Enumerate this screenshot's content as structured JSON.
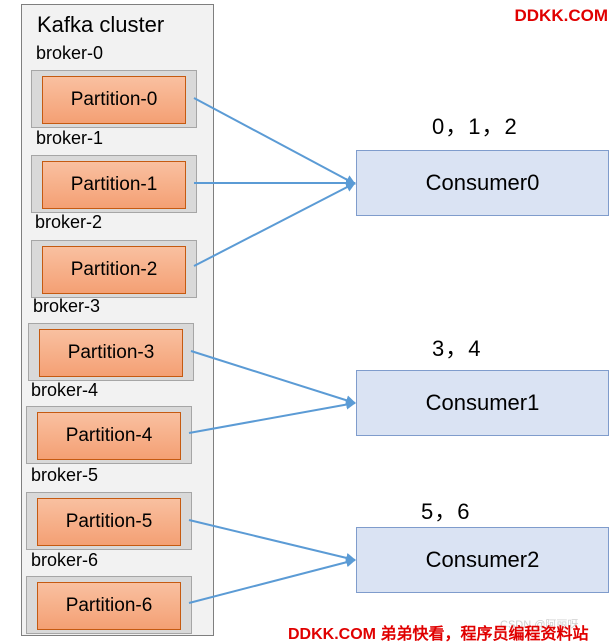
{
  "cluster": {
    "title": "Kafka cluster"
  },
  "brokers": [
    {
      "label": "broker-0",
      "partition": "Partition-0"
    },
    {
      "label": "broker-1",
      "partition": "Partition-1"
    },
    {
      "label": "broker-2",
      "partition": "Partition-2"
    },
    {
      "label": "broker-3",
      "partition": "Partition-3"
    },
    {
      "label": "broker-4",
      "partition": "Partition-4"
    },
    {
      "label": "broker-5",
      "partition": "Partition-5"
    },
    {
      "label": "broker-6",
      "partition": "Partition-6"
    }
  ],
  "consumers": [
    {
      "label": "Consumer0",
      "offsets": "0，1，2"
    },
    {
      "label": "Consumer1",
      "offsets": "3，4"
    },
    {
      "label": "Consumer2",
      "offsets": "5，6"
    }
  ],
  "watermarks": {
    "top": "DDKK.COM",
    "bottom": "DDKK.COM 弟弟快看，程序员编程资料站",
    "csdn": "CSDN @阿丽呀"
  },
  "colors": {
    "partition_fill": "#f4a074",
    "partition_border": "#c55a11",
    "broker_fill": "#d9d9d9",
    "cluster_fill": "#f2f2f2",
    "consumer_fill": "#dae3f3",
    "arrow": "#5b9bd5",
    "watermark": "#e00000"
  }
}
